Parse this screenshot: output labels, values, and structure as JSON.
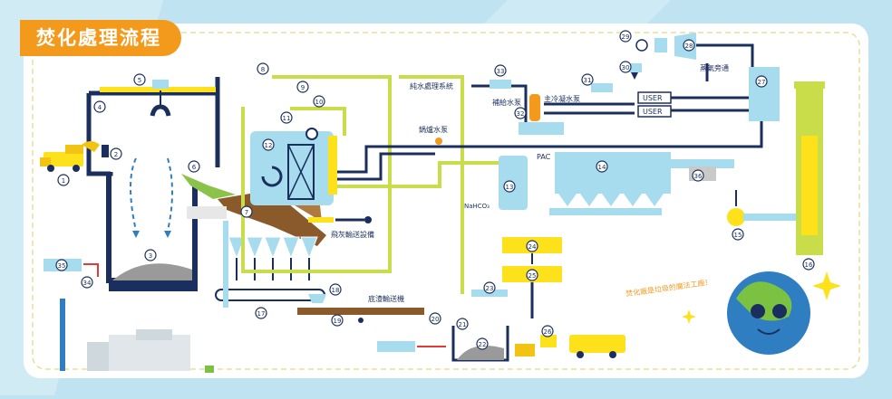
{
  "title": "焚化處理流程",
  "labels": {
    "steam_bypass": "蒸氣旁通",
    "pure_water": "純水處理系統",
    "makeup_pump": "補給水泵",
    "main_condensate_pump": "主冷凝水泵",
    "boiler_pump": "鍋爐水泵",
    "user_1": "USER",
    "user_2": "USER",
    "ash_conveyor": "飛灰輸送設備",
    "slag_conveyor": "底渣輸送機",
    "pac": "PAC",
    "nahco3": "NaHCO₃",
    "speech": "焚化廠是垃圾的魔法工廠！"
  },
  "badges": [
    "1",
    "2",
    "3",
    "4",
    "5",
    "6",
    "7",
    "8",
    "9",
    "10",
    "11",
    "12",
    "13",
    "14",
    "15",
    "16",
    "17",
    "18",
    "19",
    "20",
    "21",
    "22",
    "23",
    "24",
    "25",
    "26",
    "27",
    "28",
    "29",
    "30",
    "31",
    "32",
    "33",
    "34",
    "35",
    "36"
  ],
  "colors": {
    "navy": "#1b2f5e",
    "lime": "#c9dd4a",
    "yellow": "#fde21b",
    "light_blue": "#a7dcef",
    "brown": "#8a5a2b",
    "orange": "#f39a1d"
  }
}
